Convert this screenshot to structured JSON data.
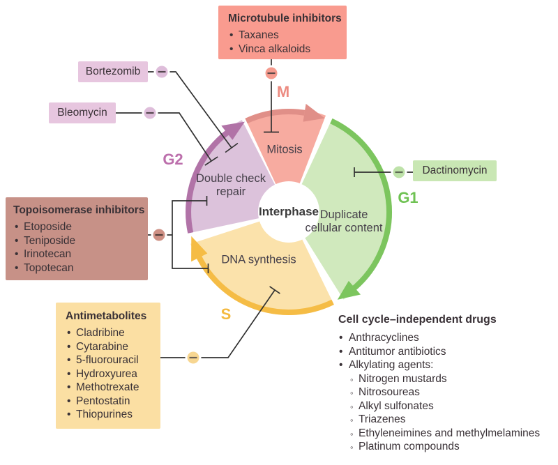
{
  "cycle": {
    "interphase_label": "Interphase",
    "phases": {
      "m": {
        "letter": "M",
        "activity": "Mitosis",
        "wedge_color": "#f7aba0",
        "arc_color": "#e08f88",
        "letter_color": "#ec8b81"
      },
      "g1": {
        "letter": "G1",
        "activity": "Duplicate cellular content",
        "wedge_color": "#d0e9bd",
        "arc_color": "#7cc55e",
        "letter_color": "#6fc253"
      },
      "s": {
        "letter": "S",
        "activity": "DNA synthesis",
        "wedge_color": "#fbe2ab",
        "arc_color": "#f5bc45",
        "letter_color": "#f4b93e"
      },
      "g2": {
        "letter": "G2",
        "activity": "Double check repair",
        "wedge_color": "#dcc2db",
        "arc_color": "#b173a7",
        "letter_color": "#bc6fac"
      }
    }
  },
  "boxes": {
    "microtubule": {
      "title": "Microtubule inhibitors",
      "items": [
        "Taxanes",
        "Vinca alkaloids"
      ],
      "bg": "#f99b8f",
      "minus_bg": "#f59b8e"
    },
    "bortezomib": {
      "label": "Bortezomib",
      "bg": "#e7c6df",
      "minus_bg": "#debdda"
    },
    "bleomycin": {
      "label": "Bleomycin",
      "bg": "#e7c6df",
      "minus_bg": "#debdda"
    },
    "topoisomerase": {
      "title": "Topoisomerase inhibitors",
      "items": [
        "Etoposide",
        "Teniposide",
        "Irinotecan",
        "Topotecan"
      ],
      "bg": "#c79187",
      "minus_bg": "#ce9084"
    },
    "antimetabolites": {
      "title": "Antimetabolites",
      "items": [
        "Cladribine",
        "Cytarabine",
        "5-fluorouracil",
        "Hydroxyurea",
        "Methotrexate",
        "Pentostatin",
        "Thiopurines"
      ],
      "bg": "#fbdfa3",
      "minus_bg": "#f7d691"
    },
    "dactinomycin": {
      "label": "Dactinomycin",
      "bg": "#c9e7b4",
      "minus_bg": "#bee2a9"
    }
  },
  "independent_drugs": {
    "title": "Cell cycle–independent drugs",
    "items": [
      "Anthracyclines",
      "Antitumor antibiotics",
      "Alkylating agents:"
    ],
    "subitems": [
      "Nitrogen mustards",
      "Nitrosoureas",
      "Alkyl sulfonates",
      "Triazenes",
      "Ethyleneimines and methylmelamines",
      "Platinum compounds"
    ]
  },
  "icons": {
    "inhibition": "minus-circle-icon",
    "cycle_direction": "arrowhead-icon"
  }
}
